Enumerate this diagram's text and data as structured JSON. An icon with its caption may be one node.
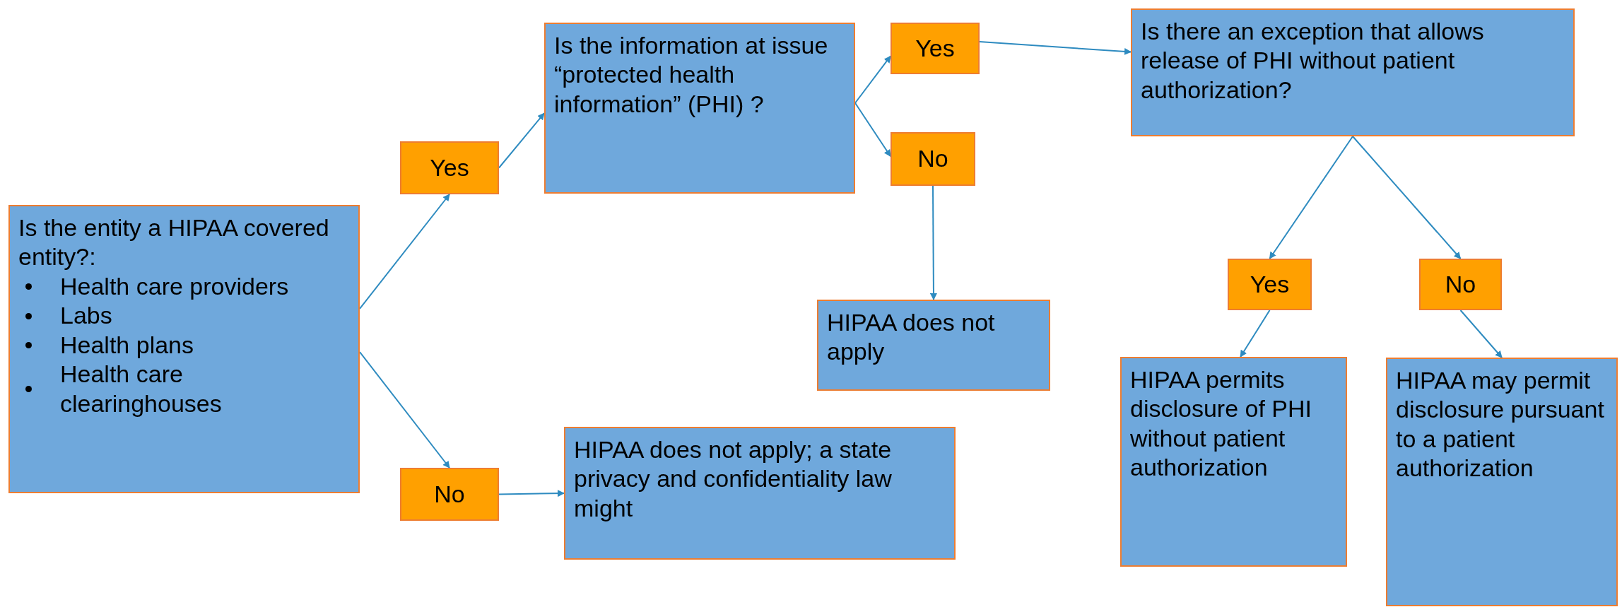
{
  "diagram": {
    "nodes": [
      {
        "text": [
          "Is the entity a HIPAA covered entity?:",
          "Health care providers",
          "Labs",
          "Health plans",
          "Health care clearinghouses"
        ]
      },
      {
        "text": [
          "Yes"
        ]
      },
      {
        "text": [
          "No"
        ]
      },
      {
        "text": [
          "Is the information at issue “protected health information” (PHI) ?"
        ]
      },
      {
        "text": [
          "HIPAA does not apply; a state privacy and confidentiality law might"
        ]
      },
      {
        "text": [
          "Yes"
        ]
      },
      {
        "text": [
          "No"
        ]
      },
      {
        "text": [
          "HIPAA does not apply"
        ]
      },
      {
        "text": [
          "Is there an exception that allows release of PHI without patient authorization?"
        ]
      },
      {
        "text": [
          "Yes"
        ]
      },
      {
        "text": [
          "No"
        ]
      },
      {
        "text": [
          "HIPAA permits disclosure of PHI without patient authorization"
        ]
      },
      {
        "text": [
          "HIPAA may permit disclosure pursuant to a patient authorization"
        ]
      }
    ],
    "edges": [
      {
        "from": 0,
        "to": 1,
        "arrow": "to"
      },
      {
        "from": 0,
        "to": 2,
        "arrow": "to"
      },
      {
        "from": 1,
        "to": 3,
        "arrow": "to"
      },
      {
        "from": 3,
        "to": 5,
        "arrow": "to"
      },
      {
        "from": 3,
        "to": 6,
        "arrow": "to"
      },
      {
        "from": 6,
        "to": 7,
        "arrow": "to"
      },
      {
        "from": 2,
        "to": 4,
        "arrow": "to"
      },
      {
        "from": 5,
        "to": 8,
        "arrow": "to"
      },
      {
        "from": 8,
        "to": 9,
        "arrow": "to"
      },
      {
        "from": 8,
        "to": 10,
        "arrow": "to"
      },
      {
        "from": 9,
        "to": 11,
        "arrow": "to"
      },
      {
        "from": 10,
        "to": 12,
        "arrow": "to"
      }
    ]
  }
}
